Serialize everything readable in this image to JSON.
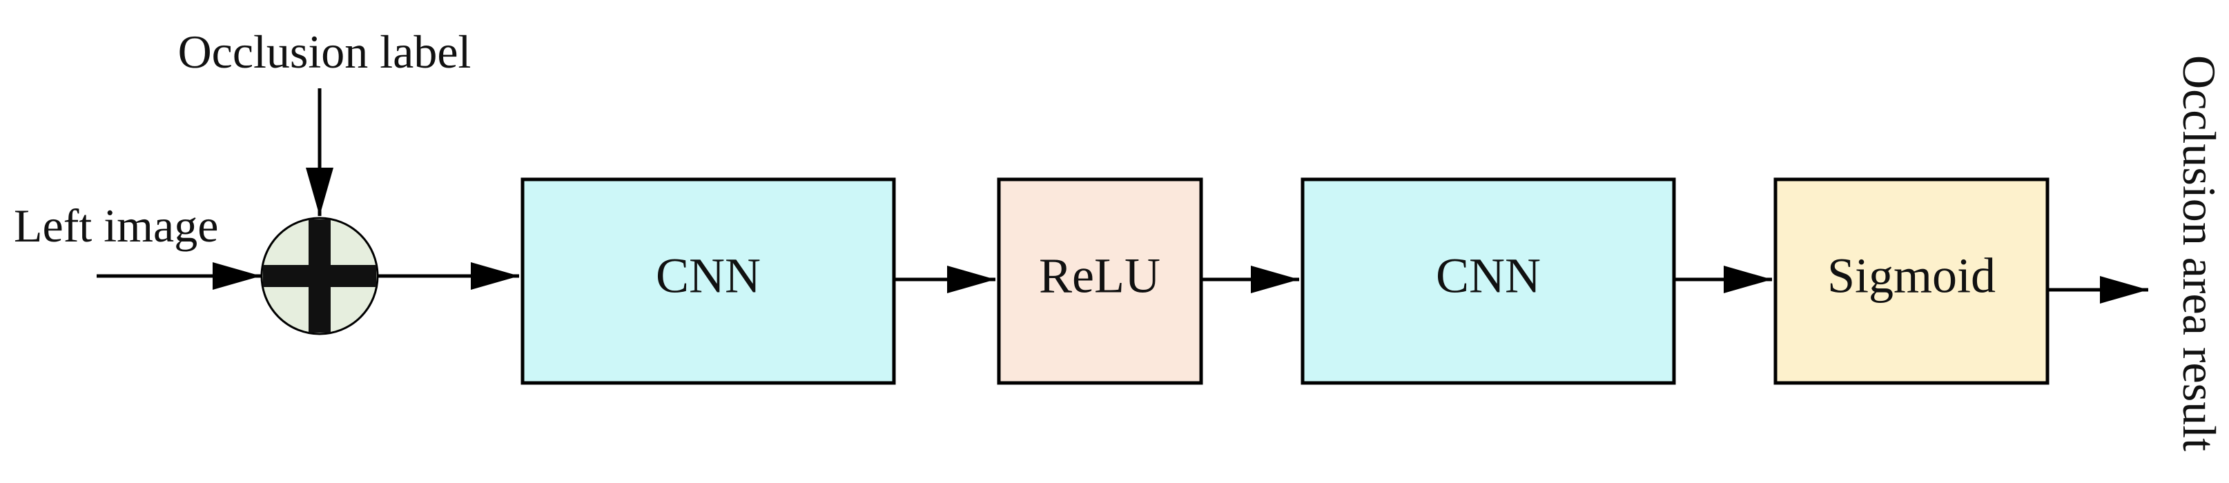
{
  "inputs": {
    "left_image": "Left image",
    "occlusion_label": "Occlusion label"
  },
  "adder": {
    "symbol": "plus-icon",
    "fill_color": "#e6eede"
  },
  "blocks": [
    {
      "label": "CNN",
      "color": "#cdf7f8"
    },
    {
      "label": "ReLU",
      "color": "#fbe8dc"
    },
    {
      "label": "CNN",
      "color": "#cdf7f8"
    },
    {
      "label": "Sigmoid",
      "color": "#fdf1cc"
    }
  ],
  "output": {
    "label": "Occlusion area result"
  }
}
